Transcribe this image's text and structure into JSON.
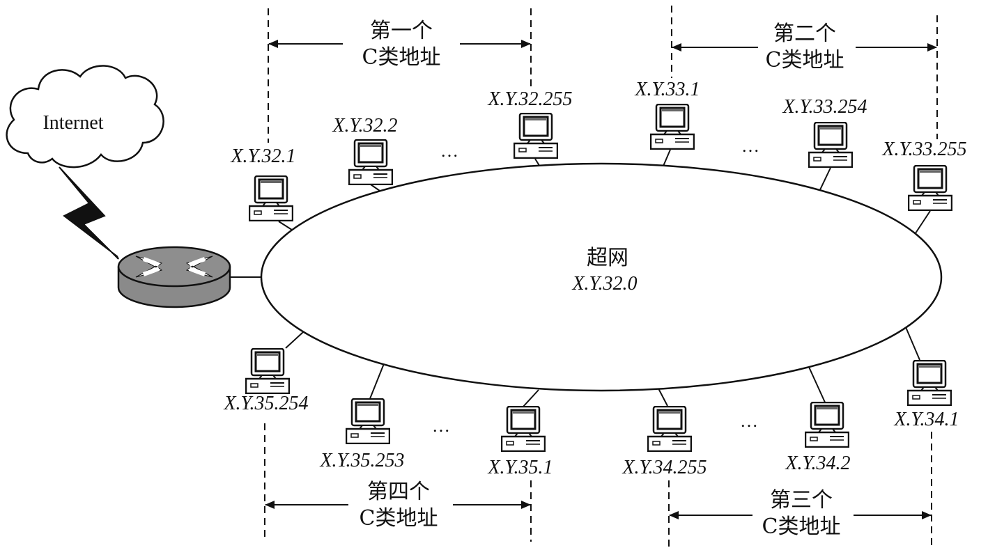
{
  "internet": {
    "label": "Internet"
  },
  "supernet": {
    "title": "超网",
    "address": "X.Y.32.0"
  },
  "groups": [
    {
      "line1": "第一个",
      "line2": "C类地址"
    },
    {
      "line1": "第二个",
      "line2": "C类地址"
    },
    {
      "line1": "第三个",
      "line2": "C类地址"
    },
    {
      "line1": "第四个",
      "line2": "C类地址"
    }
  ],
  "hosts": [
    "X.Y.32.1",
    "X.Y.32.2",
    "X.Y.32.255",
    "X.Y.33.1",
    "X.Y.33.254",
    "X.Y.33.255",
    "X.Y.34.1",
    "X.Y.34.2",
    "X.Y.34.255",
    "X.Y.35.1",
    "X.Y.35.253",
    "X.Y.35.254"
  ],
  "ellipsis": "…"
}
